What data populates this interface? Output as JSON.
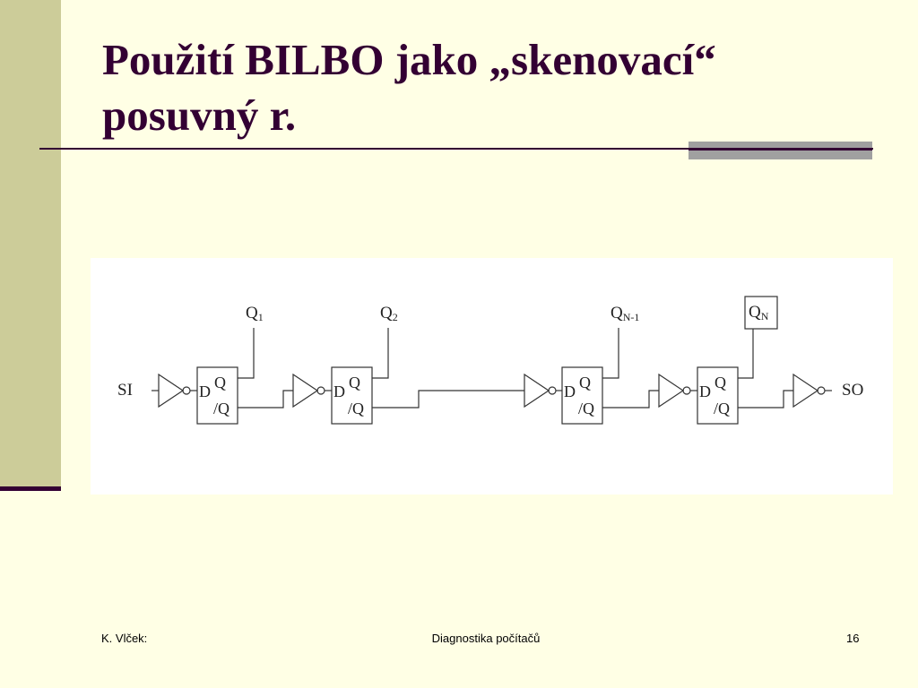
{
  "slide": {
    "title": "Použití BILBO jako „skenovací“ posuvný r.",
    "footer": {
      "author": "K. Vlček:",
      "course": "Diagnostika počítačů",
      "page_number": "16"
    }
  },
  "diagram": {
    "input_label": "SI",
    "output_label": "SO",
    "flip_flop_pins": {
      "d": "D",
      "q": "Q",
      "q_bar": "/Q"
    },
    "outputs": [
      {
        "base": "Q",
        "sub": "1"
      },
      {
        "base": "Q",
        "sub": "2"
      },
      {
        "base": "Q",
        "sub": "N-1"
      },
      {
        "base": "Q",
        "sub": "N",
        "boxed": true
      }
    ]
  }
}
